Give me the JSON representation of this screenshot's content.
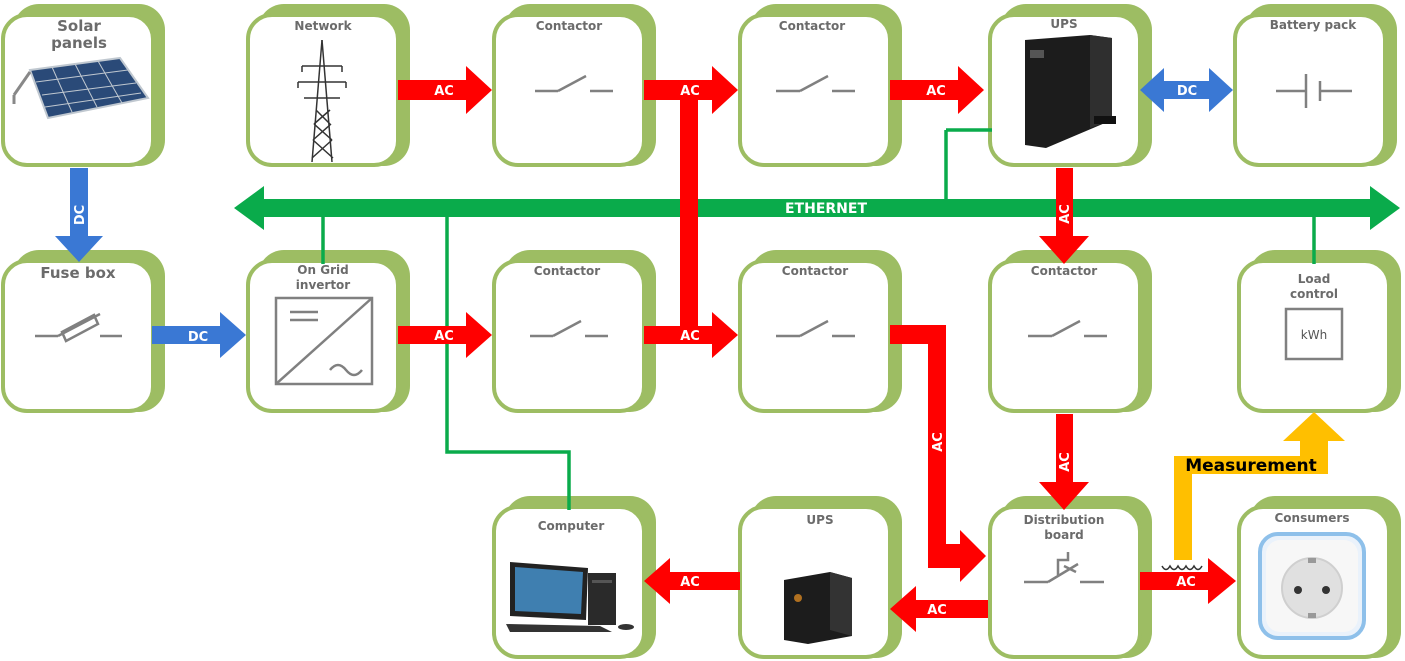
{
  "nodes": {
    "solar": {
      "title_line1": "Solar",
      "title_line2": "panels"
    },
    "network": {
      "title": "Network"
    },
    "contactor_top1": {
      "title": "Contactor"
    },
    "contactor_top2": {
      "title": "Contactor"
    },
    "ups_top": {
      "title": "UPS"
    },
    "battery": {
      "title": "Battery pack"
    },
    "fuse": {
      "title": "Fuse box"
    },
    "inverter": {
      "title_line1": "On Grid",
      "title_line2": "invertor"
    },
    "contactor_mid1": {
      "title": "Contactor"
    },
    "contactor_mid2": {
      "title": "Contactor"
    },
    "contactor_mid3": {
      "title": "Contactor"
    },
    "load": {
      "title_line1": "Load",
      "title_line2": "control",
      "meter": "kWh"
    },
    "computer": {
      "title": "Computer"
    },
    "ups_bottom": {
      "title": "UPS"
    },
    "distribution": {
      "title_line1": "Distribution",
      "title_line2": "board"
    },
    "consumers": {
      "title": "Consumers"
    }
  },
  "flows": {
    "ac": "AC",
    "dc": "DC",
    "ethernet": "ETHERNET",
    "measurement": "Measurement"
  },
  "colors": {
    "ac": "#ff0000",
    "dc": "#3a78d4",
    "ethernet": "#0aab4b",
    "measurement": "#ffbf00",
    "card_shadow": "#9dbd63",
    "card_border": "#9dbd63",
    "symbol": "#808080"
  }
}
